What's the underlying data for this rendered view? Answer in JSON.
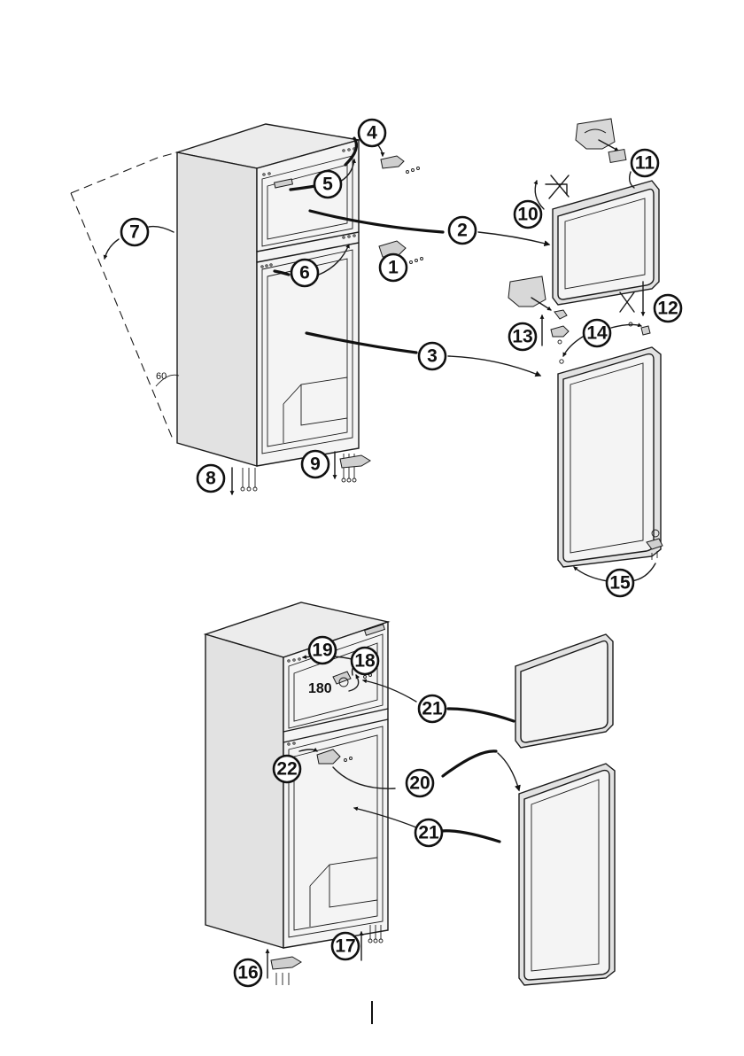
{
  "steps": [
    "1",
    "2",
    "3",
    "4",
    "5",
    "6",
    "7",
    "8",
    "9",
    "10",
    "11",
    "12",
    "13",
    "14",
    "15",
    "16",
    "17",
    "18",
    "19",
    "20",
    "21",
    "21",
    "22"
  ],
  "angles": {
    "tilt": "60",
    "rotate": "180"
  },
  "icons": [
    "cross-icon",
    "bag-icon",
    "screw-icon",
    "hinge-icon",
    "arrow-icon"
  ],
  "colors": {
    "stroke": "#1a1a1a",
    "panel": "#f4f4f4",
    "shade": "#e2e2e2"
  }
}
